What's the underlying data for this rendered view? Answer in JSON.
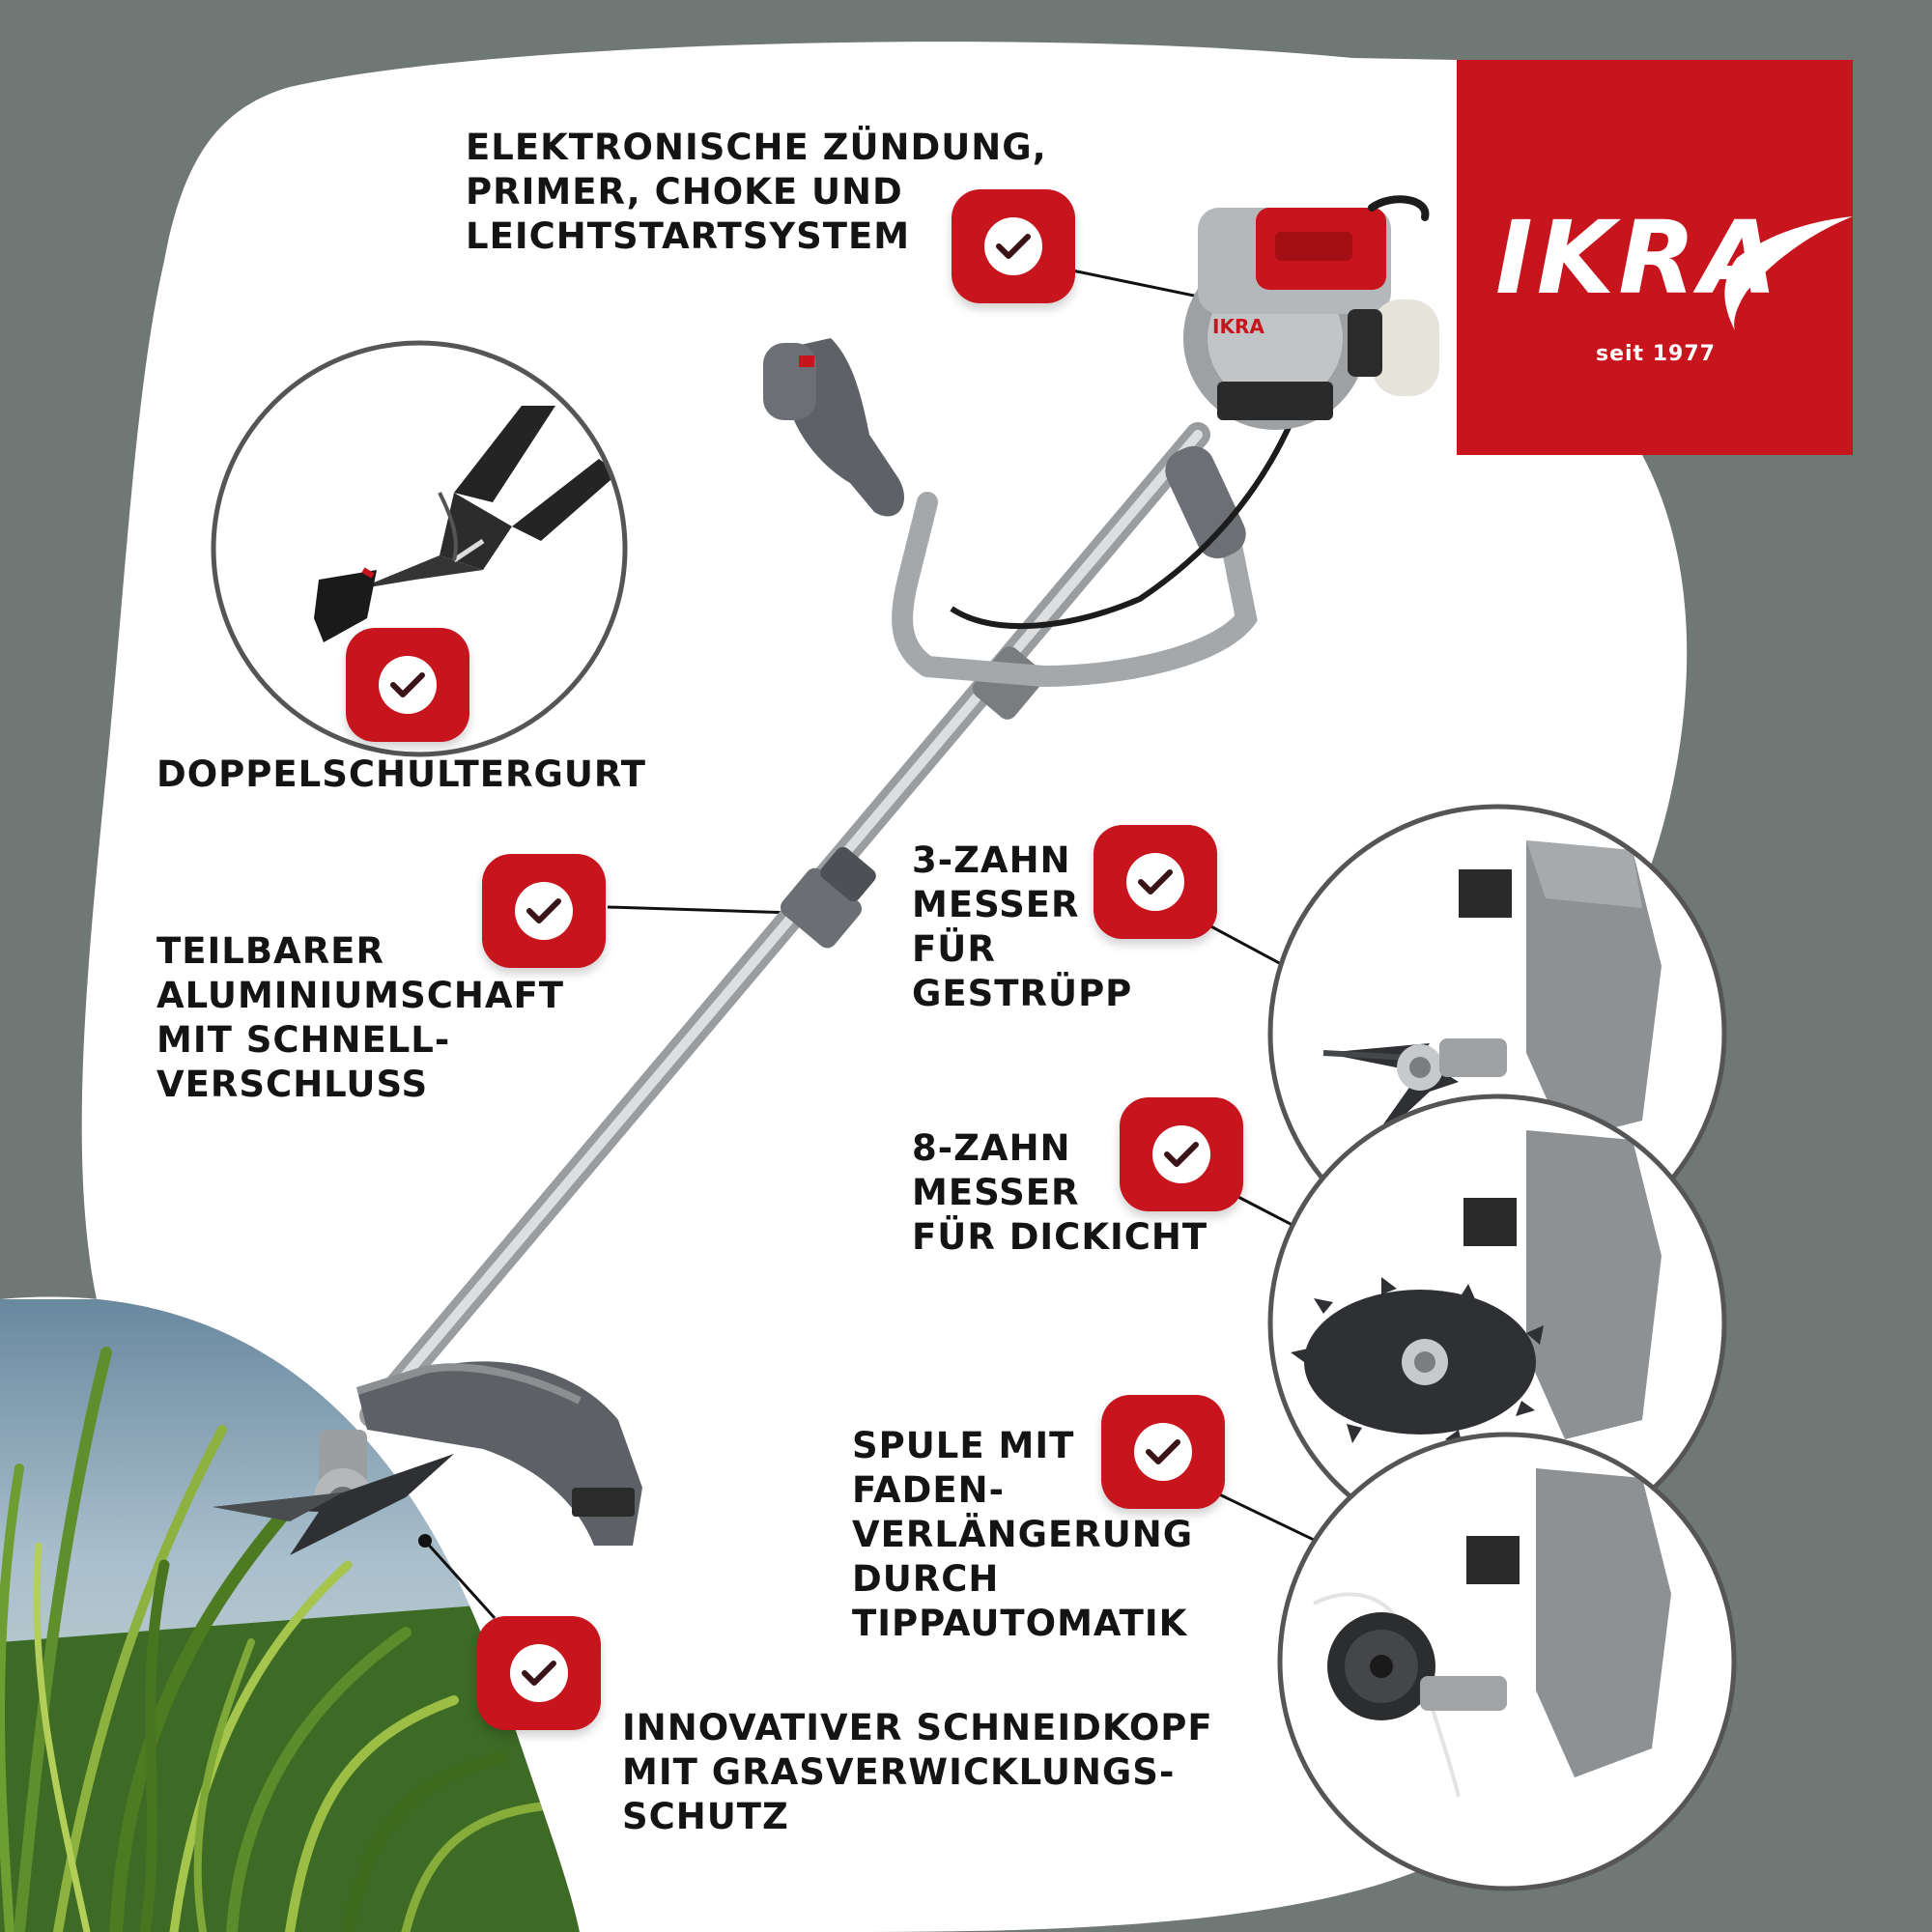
{
  "brand": {
    "name": "IKRA",
    "tagline": "seit 1977",
    "color": "#c8141c"
  },
  "colors": {
    "background": "#6f7874",
    "panel": "#ffffff",
    "accent": "#c8141c",
    "text": "#141414"
  },
  "features": {
    "ignition": "ELEKTRONISCHE ZÜNDUNG,\nPRIMER, CHOKE UND\nLEICHTSTARTSYSTEM",
    "harness": "DOPPELSCHULTERGURT",
    "shaft": "TEILBARER\nALUMINIUMSCHAFT\nMIT SCHNELL-\nVERSCHLUSS",
    "blade3": "3-ZAHN\nMESSER\nFÜR\nGESTRÜPP",
    "blade8": "8-ZAHN\nMESSER\nFÜR DICKICHT",
    "spool": "SPULE MIT\nFADEN-\nVERLÄNGERUNG\nDURCH\nTIPPAUTOMATIK",
    "head": "INNOVATIVER SCHNEIDKOPF\nMIT GRASVERWICKLUNGS-\nSCHUTZ"
  },
  "icons": {
    "badge": "check-icon",
    "harness_photo": "shoulder-harness-icon",
    "blade3_photo": "three-tooth-blade-icon",
    "blade8_photo": "eight-tooth-blade-icon",
    "spool_photo": "trimmer-spool-icon",
    "product": "brush-cutter-icon",
    "grass": "grass-photo"
  }
}
